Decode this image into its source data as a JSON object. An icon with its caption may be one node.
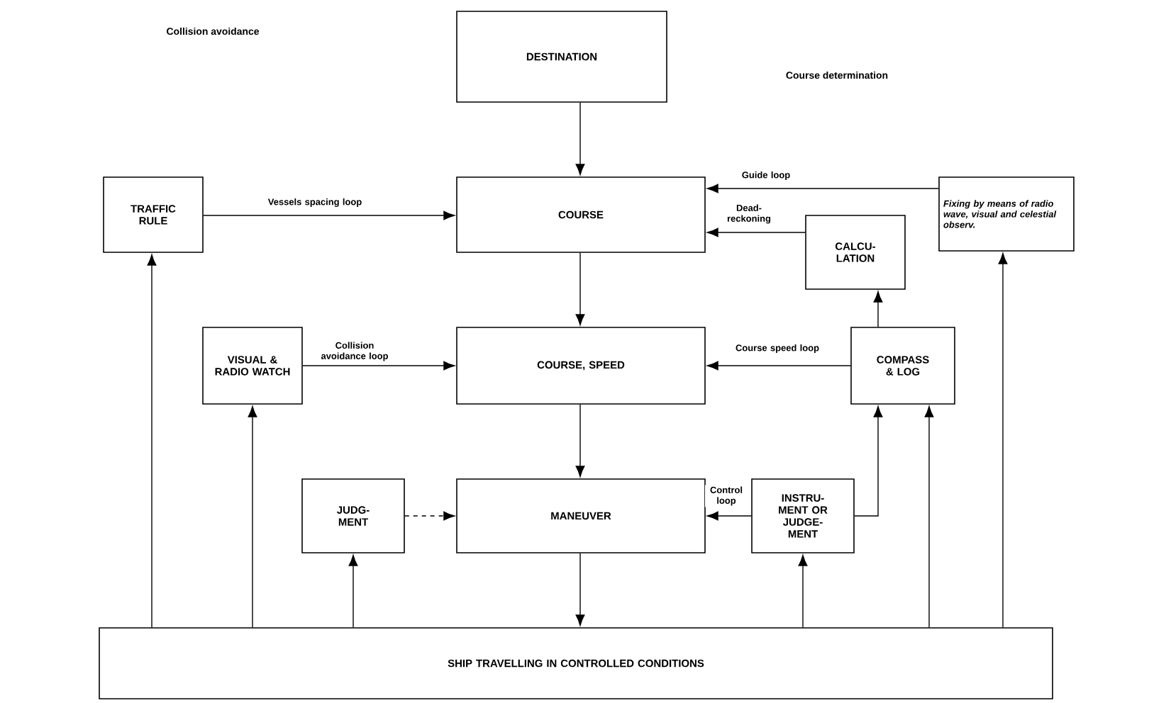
{
  "diagram": {
    "nodes": [
      {
        "text": [
          "DESTINATION"
        ]
      },
      {
        "text": [
          "TRAFFIC RULE"
        ]
      },
      {
        "text": [
          "COURSE"
        ]
      },
      {
        "text": [
          "CALCU-LATION"
        ]
      },
      {
        "text": [
          "Fixing by means of radio wave, visual and celestial observ."
        ]
      },
      {
        "text": [
          "VISUAL & RADIO WATCH"
        ]
      },
      {
        "text": [
          "COURSE, SPEED"
        ]
      },
      {
        "text": [
          "COMPASS & LOG"
        ]
      },
      {
        "text": [
          "JUDG-MENT"
        ]
      },
      {
        "text": [
          "MANEUVER"
        ]
      },
      {
        "text": [
          "INSTRU-MENT OR JUDGE-MENT"
        ]
      },
      {
        "text": [
          "SHIP TRAVELLING IN CONTROLLED CONDITIONS"
        ]
      }
    ],
    "edges": [
      {
        "from": 0,
        "to": 2,
        "arrow": "to"
      },
      {
        "from": 1,
        "to": 2,
        "arrow": "to",
        "label": "Vessels spacing loop"
      },
      {
        "from": 4,
        "to": 2,
        "arrow": "to",
        "label": "Guide loop"
      },
      {
        "from": 3,
        "to": 2,
        "arrow": "to",
        "label": "Dead-reckoning"
      },
      {
        "from": 2,
        "to": 6,
        "arrow": "to"
      },
      {
        "from": 5,
        "to": 6,
        "arrow": "to",
        "label": "Collision avoidance loop"
      },
      {
        "from": 7,
        "to": 6,
        "arrow": "to",
        "label": "Course speed loop"
      },
      {
        "from": 7,
        "to": 3,
        "arrow": "to"
      },
      {
        "from": 6,
        "to": 9,
        "arrow": "to"
      },
      {
        "from": 8,
        "to": 9,
        "arrow": "to",
        "style": "dashed"
      },
      {
        "from": 10,
        "to": 9,
        "arrow": "to",
        "label": "Control loop"
      },
      {
        "from": 10,
        "to": 7,
        "arrow": "to"
      },
      {
        "from": 9,
        "to": 11,
        "arrow": "to"
      },
      {
        "from": 11,
        "to": 1,
        "arrow": "to"
      },
      {
        "from": 11,
        "to": 5,
        "arrow": "to"
      },
      {
        "from": 11,
        "to": 8,
        "arrow": "to"
      },
      {
        "from": 11,
        "to": 10,
        "arrow": "to"
      },
      {
        "from": 11,
        "to": 7,
        "arrow": "to"
      },
      {
        "from": 11,
        "to": 4,
        "arrow": "to"
      }
    ],
    "labels": [
      "Collision avoidance",
      "Course determination"
    ]
  }
}
